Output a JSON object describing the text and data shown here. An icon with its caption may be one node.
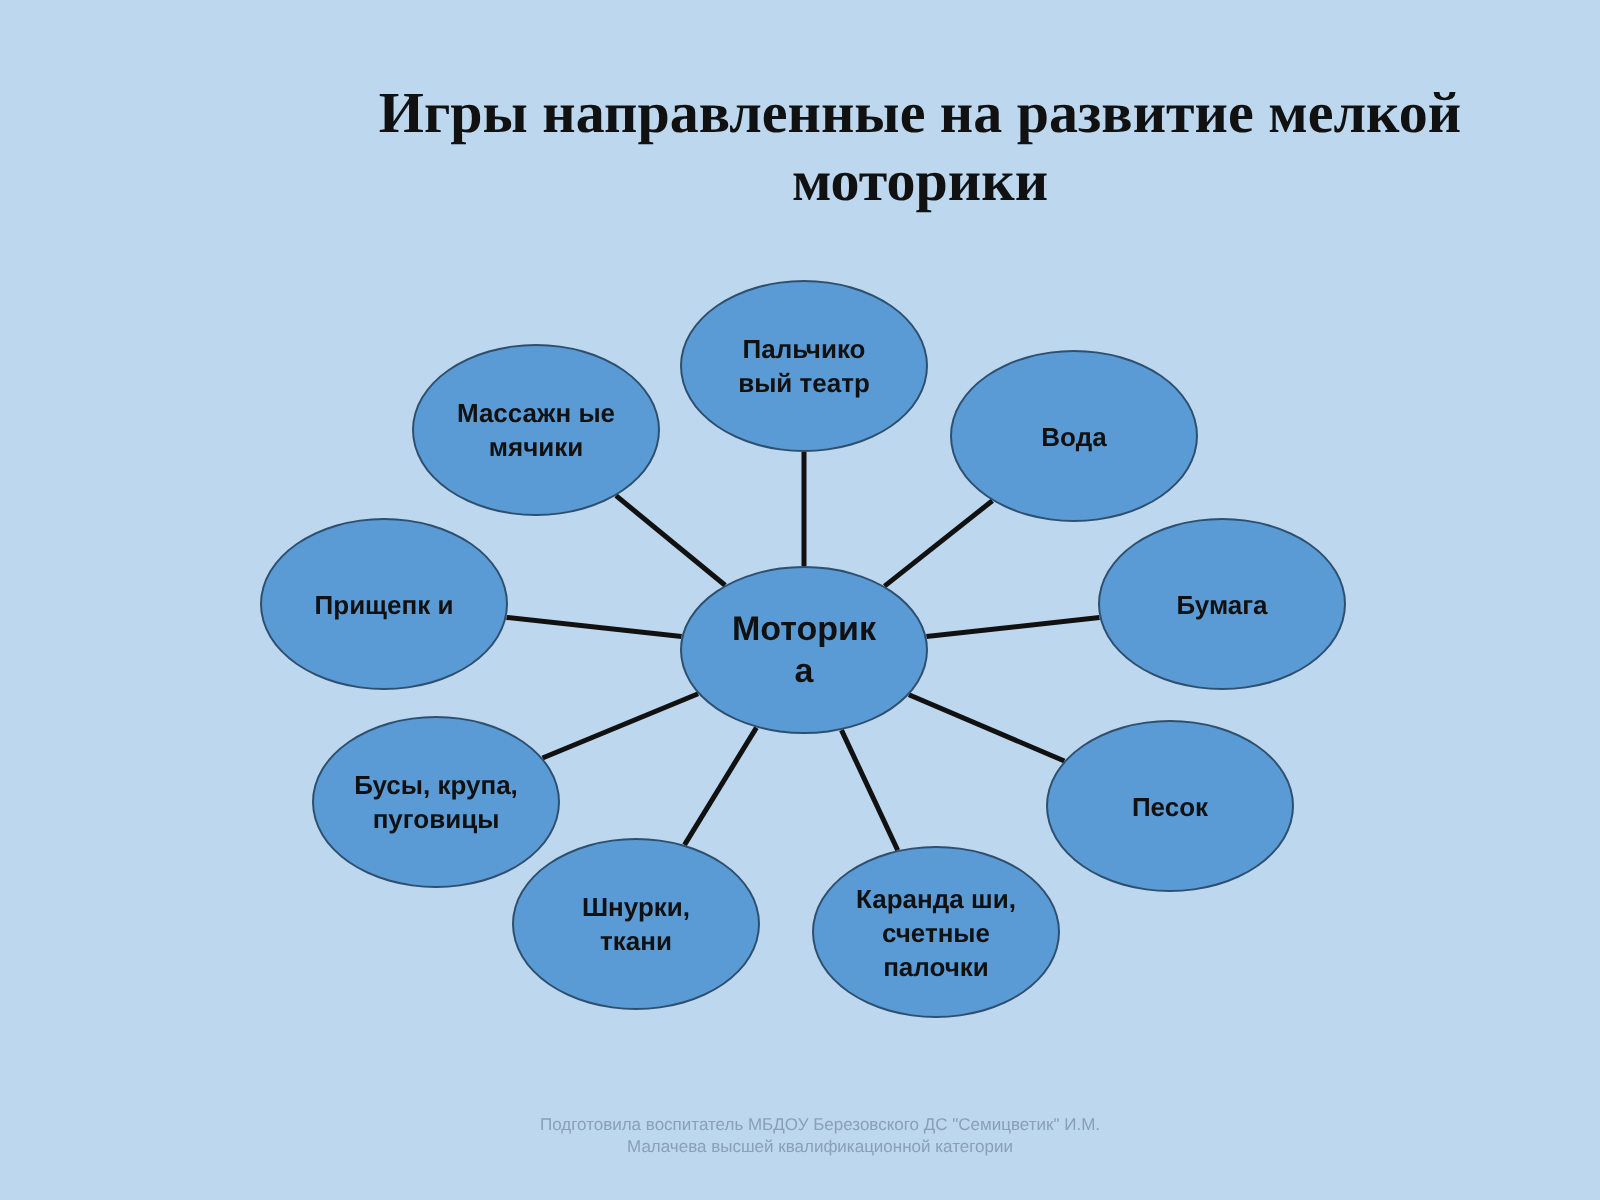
{
  "diagram": {
    "title": "Игры направленные на развитие мелкой моторики",
    "nodes": [
      {
        "text": [
          "Моторик а"
        ]
      },
      {
        "text": [
          "Пальчико вый театр"
        ]
      },
      {
        "text": [
          "Вода"
        ]
      },
      {
        "text": [
          "Бумага"
        ]
      },
      {
        "text": [
          "Песок"
        ]
      },
      {
        "text": [
          "Каранда ши, счетные палочки"
        ]
      },
      {
        "text": [
          "Шнурки, ткани"
        ]
      },
      {
        "text": [
          "Бусы, крупа, пуговицы"
        ]
      },
      {
        "text": [
          "Прищепк и"
        ]
      },
      {
        "text": [
          "Массажн ые мячики"
        ]
      }
    ],
    "edges": [
      {
        "from": 0,
        "to": 1,
        "arrow": "none"
      },
      {
        "from": 0,
        "to": 2,
        "arrow": "none"
      },
      {
        "from": 0,
        "to": 3,
        "arrow": "none"
      },
      {
        "from": 0,
        "to": 4,
        "arrow": "none"
      },
      {
        "from": 0,
        "to": 5,
        "arrow": "none"
      },
      {
        "from": 0,
        "to": 6,
        "arrow": "none"
      },
      {
        "from": 0,
        "to": 7,
        "arrow": "none"
      },
      {
        "from": 0,
        "to": 8,
        "arrow": "none"
      },
      {
        "from": 0,
        "to": 9,
        "arrow": "none"
      }
    ],
    "labels": [
      "Подготовила воспитатель МБДОУ Березовского ДС \"Семицветик\" И.М. Малачева высшей квалификационной категории"
    ]
  }
}
